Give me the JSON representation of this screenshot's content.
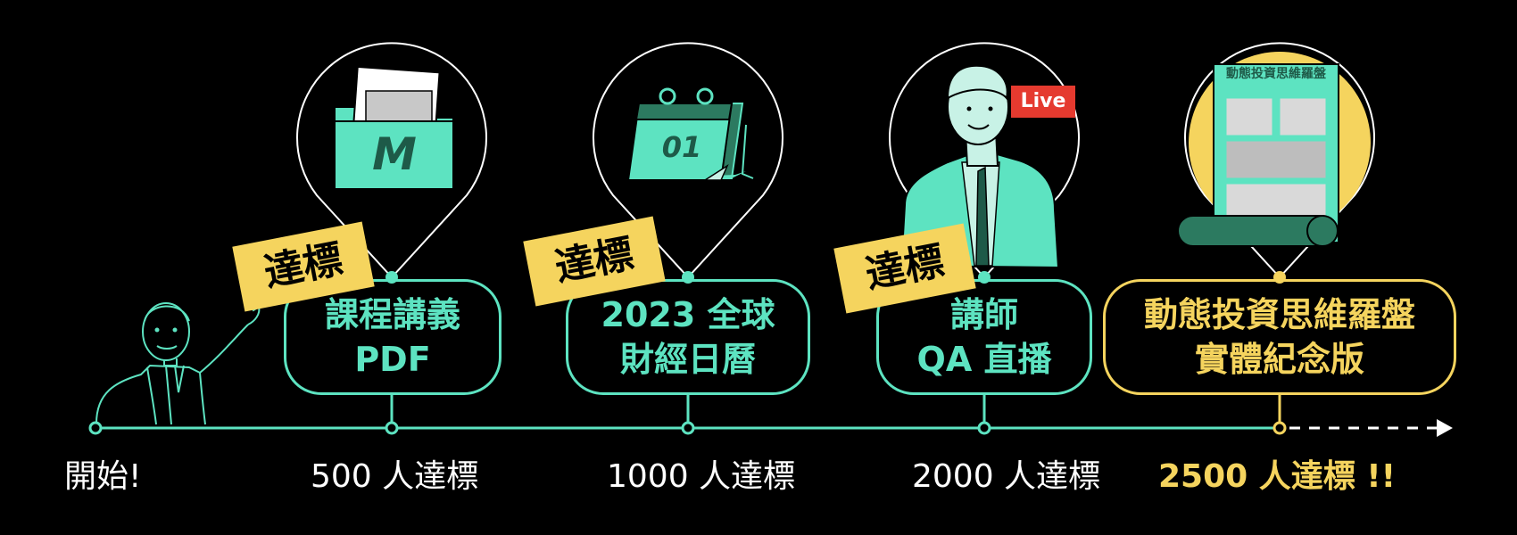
{
  "start_label": "開始!",
  "milestones": [
    {
      "line1": "課程講義",
      "line2": "PDF",
      "count": "500 人達標",
      "badge": "達標"
    },
    {
      "line1": "2023 全球",
      "line2": "財經日曆",
      "count": "1000 人達標",
      "badge": "達標"
    },
    {
      "line1": "講師",
      "line2": "QA 直播",
      "count": "2000 人達標",
      "badge": "達標"
    },
    {
      "line1": "動態投資思維羅盤",
      "line2": "實體紀念版",
      "count": "2500 人達標 !!"
    }
  ],
  "icons": {
    "folder_letter": "M",
    "calendar_number": "01",
    "live_tag": "Live",
    "poster_title": "動態投資思維羅盤"
  },
  "colors": {
    "accent": "#5de3c1",
    "goal": "#f5d45e",
    "live": "#e53a2f",
    "background": "#000000"
  }
}
